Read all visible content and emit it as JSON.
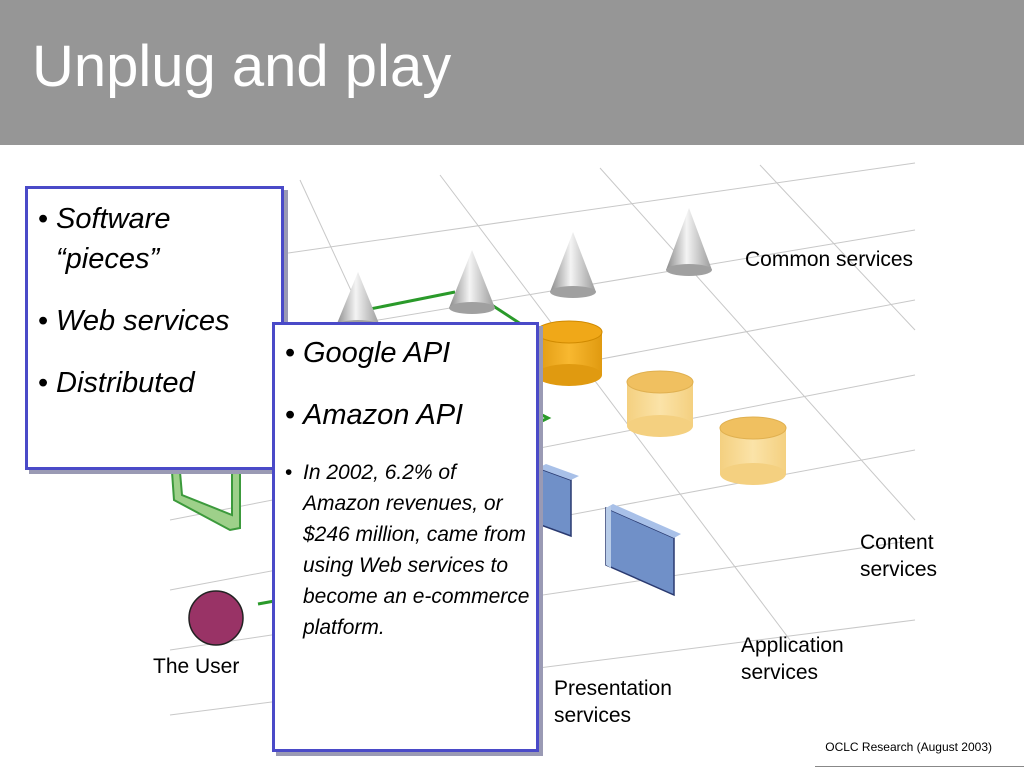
{
  "slide": {
    "title": "Unplug and play"
  },
  "layers": {
    "common": "Common services",
    "content": "Content\nservices",
    "application": "Application\nservices",
    "presentation": "Presentation\nservices",
    "user": "The User"
  },
  "left_box": {
    "items": [
      "Software “pieces”",
      "Web services",
      "Distributed"
    ]
  },
  "right_box": {
    "items": [
      "Google API",
      "Amazon API"
    ],
    "detail": "In 2002, 6.2% of Amazon revenues, or $246 million, came from using Web services to become an e-commerce platform."
  },
  "footer": {
    "credit": "OCLC Research (August 2003)"
  },
  "colors": {
    "header": "#969696",
    "box_border": "#4a4ac8",
    "arrow_green": "#2a9a2a",
    "cylinder_dark": "#f0a818",
    "cylinder_light": "#f8d890",
    "panel_blue": "#7090c8",
    "user_circle": "#993366"
  }
}
